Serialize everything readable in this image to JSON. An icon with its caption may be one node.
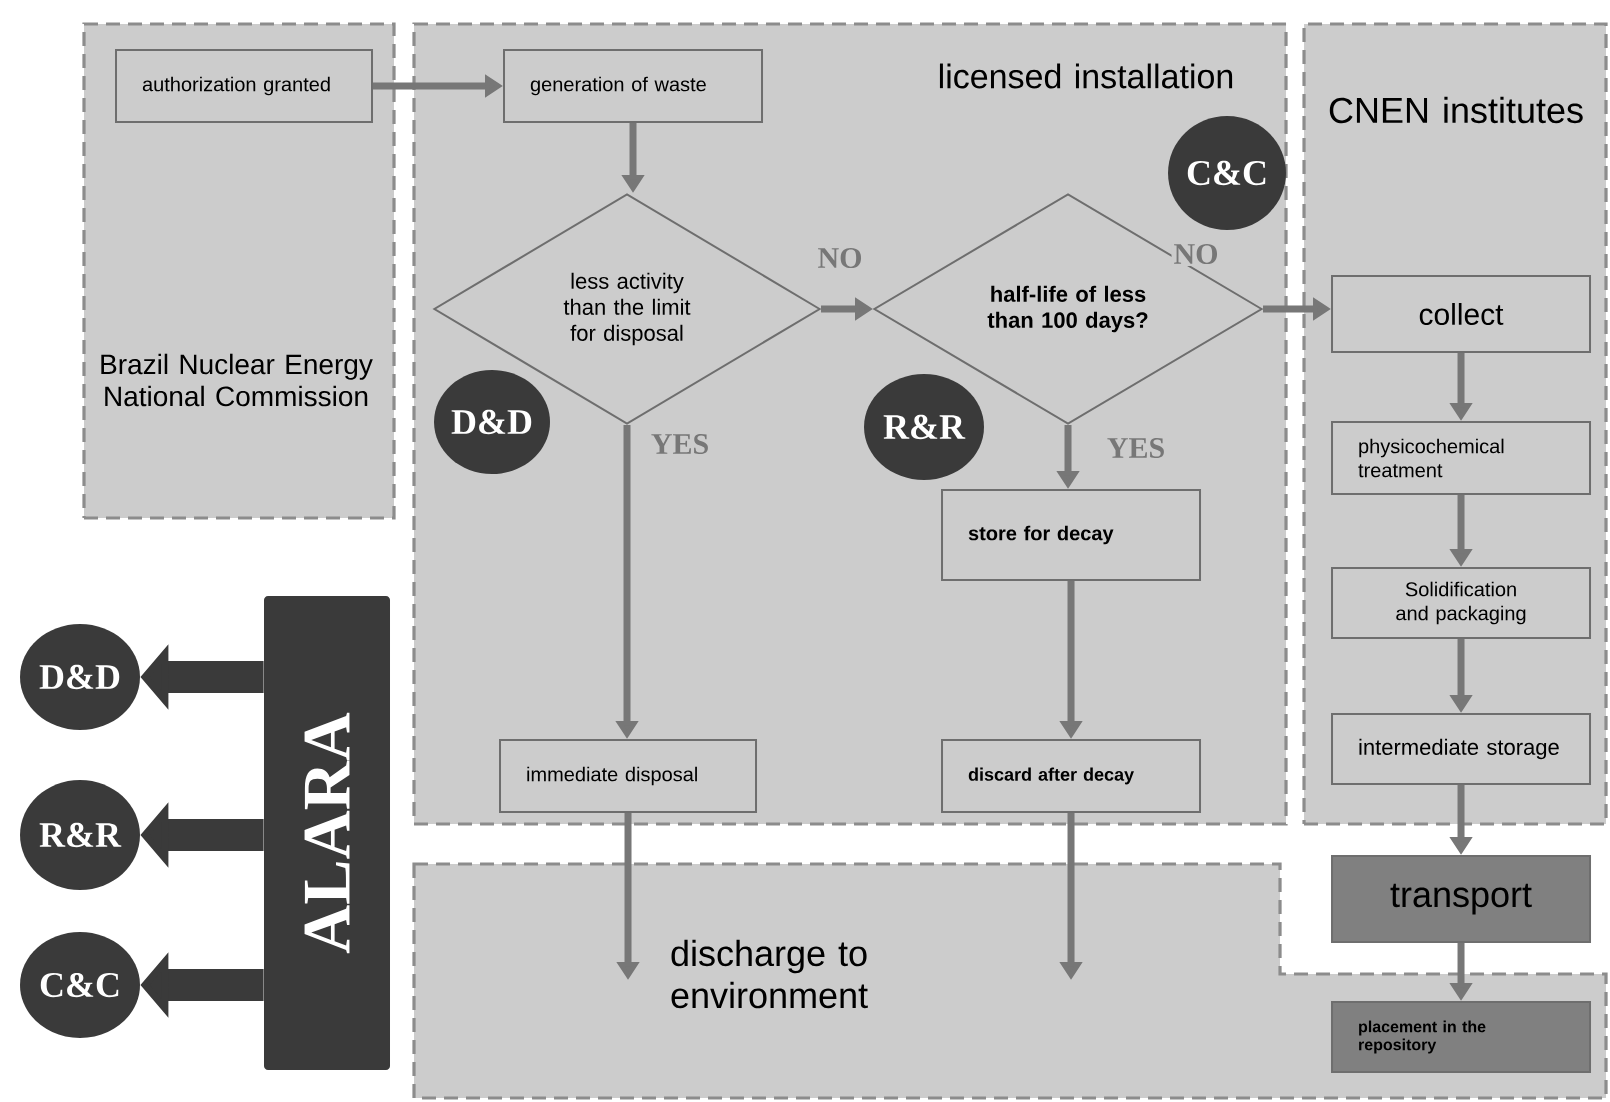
{
  "diagram": {
    "nodes": [
      {
        "text": [
          "Brazil Nuclear Energy National Commission"
        ]
      },
      {
        "text": [
          "authorization granted"
        ],
        "in": 0
      },
      {
        "text": [
          "licensed installation"
        ]
      },
      {
        "text": [
          "generation of waste"
        ],
        "in": 2
      },
      {
        "text": [
          "less activity than the limit for disposal"
        ],
        "in": 2
      },
      {
        "text": [
          "half-life of less than 100 days?"
        ],
        "in": 2
      },
      {
        "text": [
          "D&D"
        ],
        "in": 2
      },
      {
        "text": [
          "R&R"
        ],
        "in": 2
      },
      {
        "text": [
          "store for decay"
        ],
        "in": 2
      },
      {
        "text": [
          "immediate disposal"
        ],
        "in": 2
      },
      {
        "text": [
          "discard after decay"
        ],
        "in": 2
      },
      {
        "text": [
          "CNEN institutes"
        ]
      },
      {
        "text": [
          "C&C"
        ],
        "in": 2
      },
      {
        "text": [
          "collect"
        ],
        "in": 11
      },
      {
        "text": [
          "physicochemical treatment"
        ],
        "in": 11
      },
      {
        "text": [
          "Solidification and packaging"
        ],
        "in": 11
      },
      {
        "text": [
          "intermediate storage"
        ],
        "in": 11
      },
      {
        "text": [
          "ALARA"
        ]
      },
      {
        "text": [
          "D&D"
        ]
      },
      {
        "text": [
          "R&R"
        ]
      },
      {
        "text": [
          "C&C"
        ]
      },
      {
        "text": [
          "discharge to environment"
        ]
      },
      {
        "text": [
          "transport"
        ]
      },
      {
        "text": [
          "placement in the repository"
        ],
        "in": 21
      }
    ],
    "edges": [
      {
        "from": 1,
        "to": 3,
        "arrow": "to"
      },
      {
        "from": 3,
        "to": 4,
        "arrow": "to"
      },
      {
        "from": 4,
        "to": 5,
        "arrow": "to",
        "label": "NO"
      },
      {
        "from": 5,
        "to": 13,
        "arrow": "to",
        "label": "NO"
      },
      {
        "from": 4,
        "to": 9,
        "arrow": "to",
        "label": "YES"
      },
      {
        "from": 5,
        "to": 8,
        "arrow": "to",
        "label": "YES"
      },
      {
        "from": 8,
        "to": 10,
        "arrow": "to"
      },
      {
        "from": 9,
        "to": 21,
        "arrow": "to"
      },
      {
        "from": 10,
        "to": 21,
        "arrow": "to"
      },
      {
        "from": 13,
        "to": 14,
        "arrow": "to"
      },
      {
        "from": 14,
        "to": 15,
        "arrow": "to"
      },
      {
        "from": 15,
        "to": 16,
        "arrow": "to"
      },
      {
        "from": 16,
        "to": 22,
        "arrow": "to"
      },
      {
        "from": 22,
        "to": 23,
        "arrow": "to"
      },
      {
        "from": 17,
        "to": 18,
        "arrow": "to",
        "style": "thick"
      },
      {
        "from": 17,
        "to": 19,
        "arrow": "to",
        "style": "thick"
      },
      {
        "from": 17,
        "to": 20,
        "arrow": "to",
        "style": "thick"
      }
    ]
  }
}
